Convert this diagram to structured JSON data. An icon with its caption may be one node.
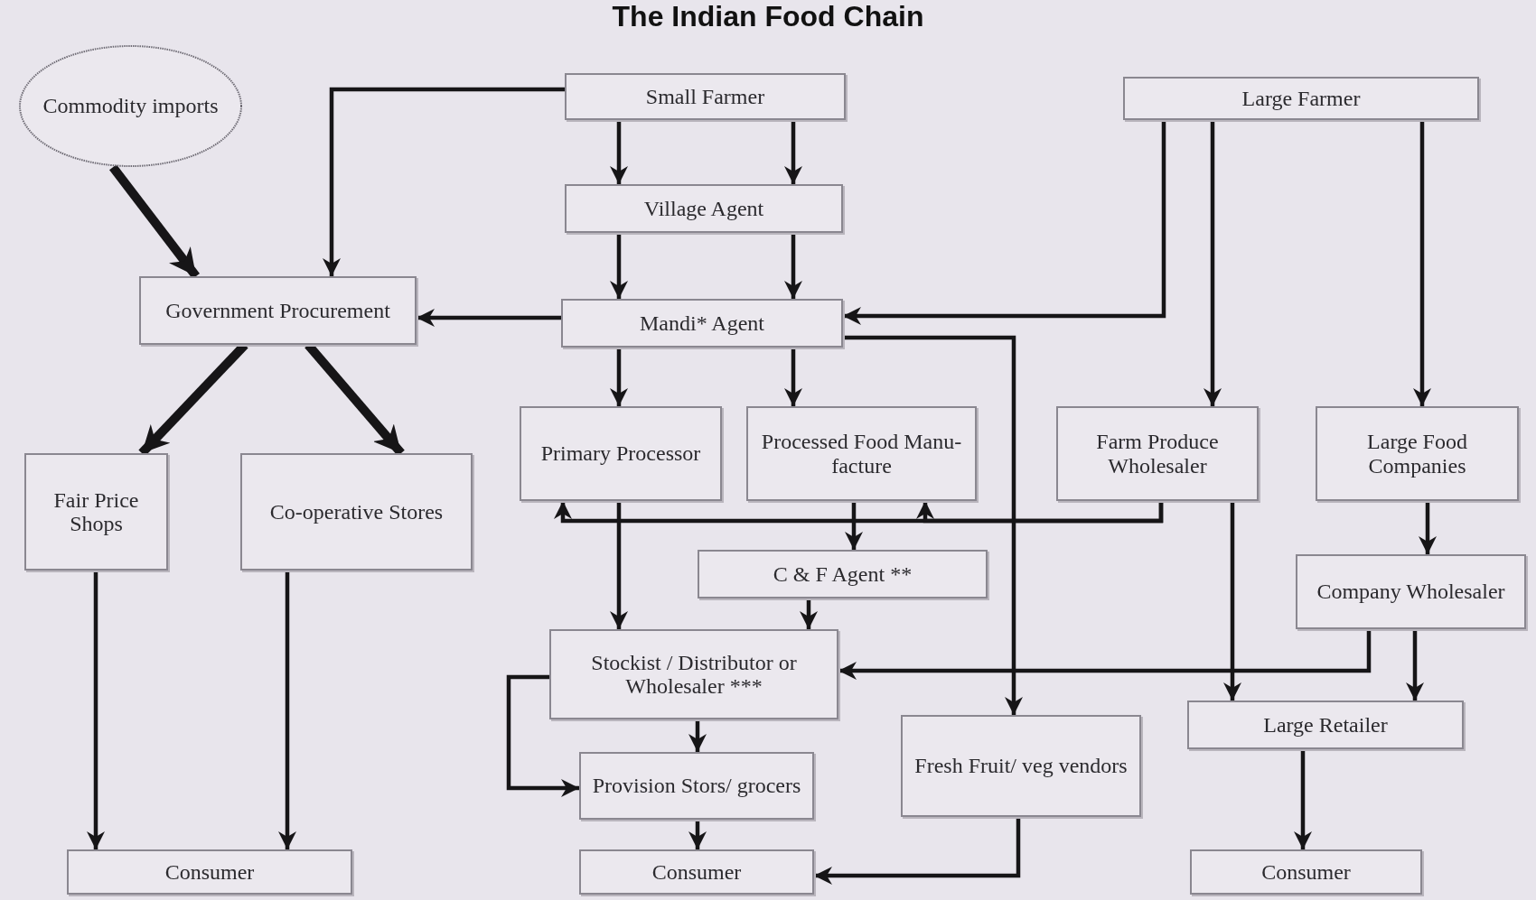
{
  "diagram": {
    "title": "The Indian Food Chain",
    "nodes": [
      {
        "text": [
          "Commodity imports"
        ]
      },
      {
        "text": [
          "Small Farmer"
        ]
      },
      {
        "text": [
          "Large Farmer"
        ]
      },
      {
        "text": [
          "Village Agent"
        ]
      },
      {
        "text": [
          "Government Procurement"
        ]
      },
      {
        "text": [
          "Mandi* Agent"
        ]
      },
      {
        "text": [
          "Primary Processor"
        ]
      },
      {
        "text": [
          "Processed Food Manu-facture"
        ]
      },
      {
        "text": [
          "Farm Produce Wholesaler"
        ]
      },
      {
        "text": [
          "Large Food Companies"
        ]
      },
      {
        "text": [
          "Fair Price Shops"
        ]
      },
      {
        "text": [
          "Co-operative Stores"
        ]
      },
      {
        "text": [
          "C & F Agent **"
        ]
      },
      {
        "text": [
          "Company Wholesaler"
        ]
      },
      {
        "text": [
          "Stockist / Distributor or Wholesaler ***"
        ]
      },
      {
        "text": [
          "Large Retailer"
        ]
      },
      {
        "text": [
          "Fresh Fruit/ veg vendors"
        ]
      },
      {
        "text": [
          "Provision Stors/ grocers"
        ]
      },
      {
        "text": [
          "Consumer"
        ]
      },
      {
        "text": [
          "Consumer"
        ]
      },
      {
        "text": [
          "Consumer"
        ]
      }
    ],
    "edges": [
      {
        "from": 0,
        "to": 4,
        "arrow": "to",
        "style": "thick"
      },
      {
        "from": 1,
        "to": 4,
        "arrow": "to"
      },
      {
        "from": 1,
        "to": 3,
        "arrow": "to"
      },
      {
        "from": 1,
        "to": 3,
        "arrow": "to"
      },
      {
        "from": 3,
        "to": 5,
        "arrow": "to"
      },
      {
        "from": 3,
        "to": 5,
        "arrow": "to"
      },
      {
        "from": 5,
        "to": 4,
        "arrow": "to"
      },
      {
        "from": 2,
        "to": 5,
        "arrow": "to"
      },
      {
        "from": 2,
        "to": 8,
        "arrow": "to"
      },
      {
        "from": 2,
        "to": 9,
        "arrow": "to"
      },
      {
        "from": 4,
        "to": 10,
        "arrow": "to",
        "style": "thick"
      },
      {
        "from": 4,
        "to": 11,
        "arrow": "to",
        "style": "thick"
      },
      {
        "from": 5,
        "to": 6,
        "arrow": "to"
      },
      {
        "from": 5,
        "to": 7,
        "arrow": "to"
      },
      {
        "from": 5,
        "to": 16,
        "arrow": "to"
      },
      {
        "from": 8,
        "to": 6,
        "arrow": "to"
      },
      {
        "from": 8,
        "to": 7,
        "arrow": "to"
      },
      {
        "from": 7,
        "to": 12,
        "arrow": "to"
      },
      {
        "from": 6,
        "to": 14,
        "arrow": "to"
      },
      {
        "from": 12,
        "to": 14,
        "arrow": "to"
      },
      {
        "from": 13,
        "to": 14,
        "arrow": "to"
      },
      {
        "from": 8,
        "to": 15,
        "arrow": "to"
      },
      {
        "from": 9,
        "to": 13,
        "arrow": "to"
      },
      {
        "from": 13,
        "to": 15,
        "arrow": "to"
      },
      {
        "from": 14,
        "to": 17,
        "arrow": "to"
      },
      {
        "from": 14,
        "to": 17,
        "arrow": "to"
      },
      {
        "from": 17,
        "to": 19,
        "arrow": "to"
      },
      {
        "from": 16,
        "to": 19,
        "arrow": "to"
      },
      {
        "from": 15,
        "to": 20,
        "arrow": "to"
      },
      {
        "from": 10,
        "to": 18,
        "arrow": "to"
      },
      {
        "from": 11,
        "to": 18,
        "arrow": "to"
      }
    ]
  }
}
